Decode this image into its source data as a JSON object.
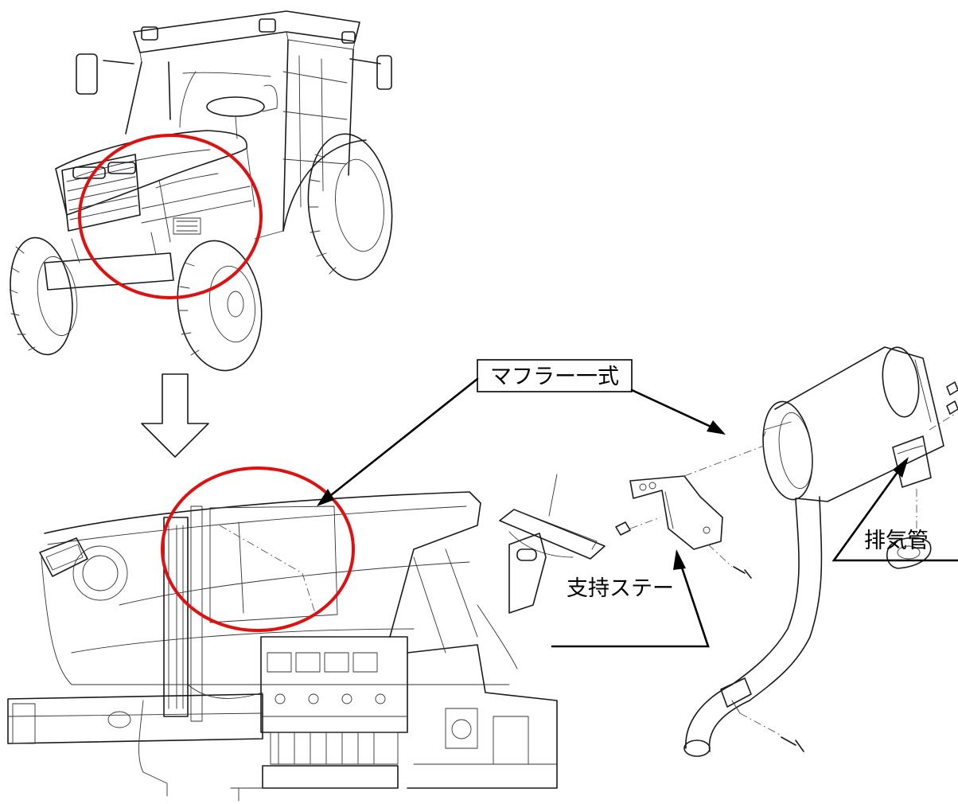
{
  "labels": {
    "muffler_assembly": "マフラー一式",
    "support_stay": "支持ステー",
    "exhaust_pipe": "排気管"
  },
  "colors": {
    "highlight": "#e01010",
    "line": "#1a1a1a"
  }
}
